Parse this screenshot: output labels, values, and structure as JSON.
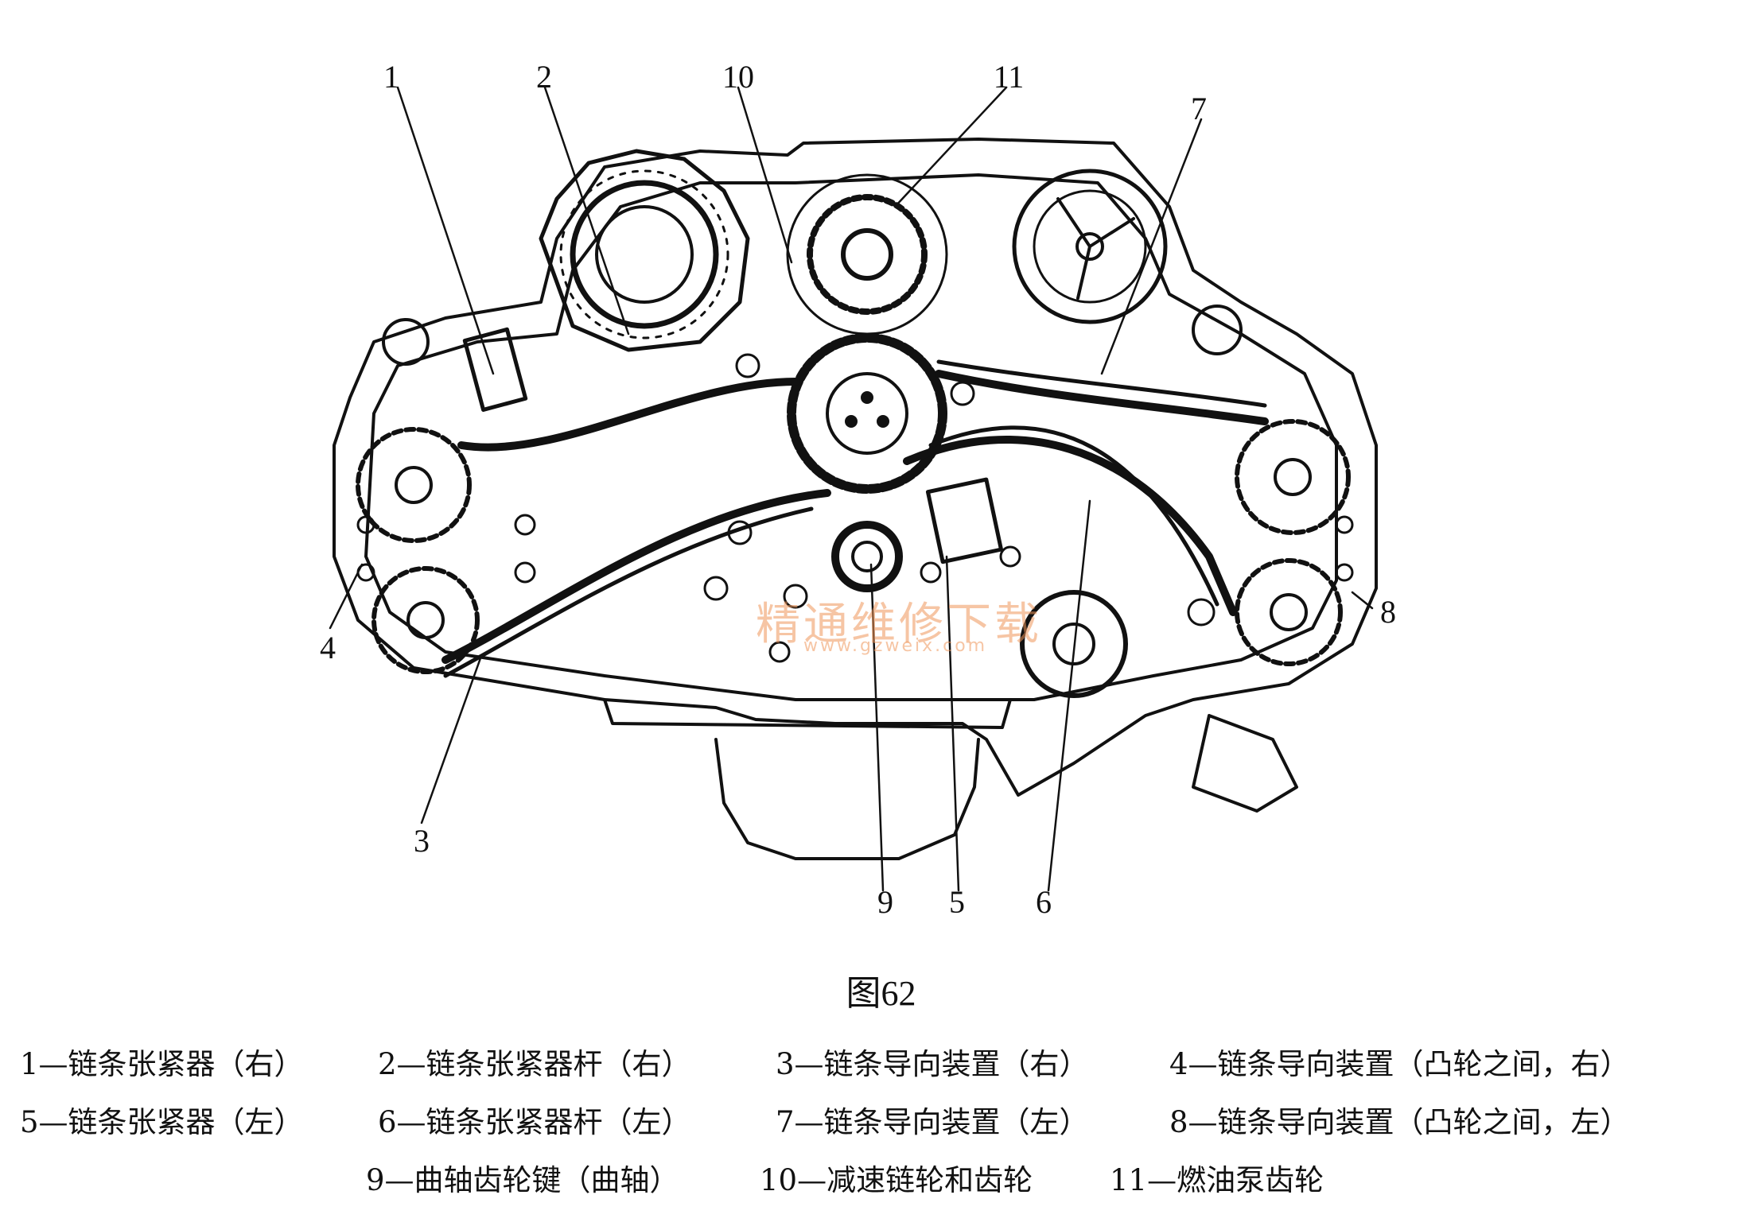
{
  "callouts": [
    "1",
    "2",
    "3",
    "4",
    "5",
    "6",
    "7",
    "8",
    "9",
    "10",
    "11"
  ],
  "figure": {
    "caption": "图62"
  },
  "legend": [
    [
      "1—链条张紧器（右）",
      "2—链条张紧器杆（右）",
      "3—链条导向装置（右）",
      "4—链条导向装置（凸轮之间，右）"
    ],
    [
      "5—链条张紧器（左）",
      "6—链条张紧器杆（左）",
      "7—链条导向装置（左）",
      "8—链条导向装置（凸轮之间，左）"
    ],
    [
      "9—曲轴齿轮键（曲轴）",
      "10—减速链轮和齿轮",
      "11—燃油泵齿轮"
    ]
  ],
  "watermark": {
    "text": "精通维修下载",
    "url": "www.gzweix.com"
  },
  "colors": {
    "line": "#111111",
    "watermark": "#ee965a"
  }
}
